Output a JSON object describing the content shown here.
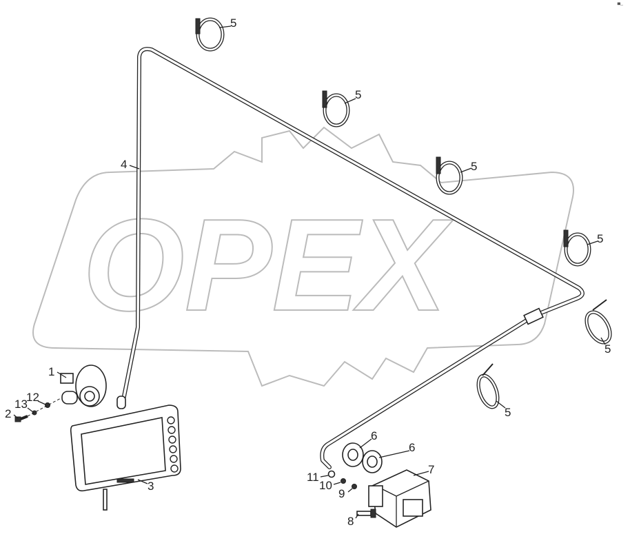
{
  "watermark": {
    "text": "OPEX",
    "color": "#bbbbbb"
  },
  "corner_mark": "▀--",
  "callouts": {
    "tie_1": "5",
    "tie_2": "5",
    "tie_3": "5",
    "tie_4": "5",
    "tie_5": "5",
    "tie_6": "5",
    "cable": "4",
    "mount": "1",
    "washer_12": "12",
    "washer_13": "13",
    "bolt_2": "2",
    "monitor": "3",
    "pad_a": "6",
    "pad_b": "6",
    "camera": "7",
    "nut_11": "11",
    "washer_10": "10",
    "washer_9": "9",
    "bolt_8": "8"
  },
  "icons": [
    "cable-tie",
    "monitor",
    "suction-mount",
    "camera",
    "bolt",
    "washer",
    "nut"
  ]
}
